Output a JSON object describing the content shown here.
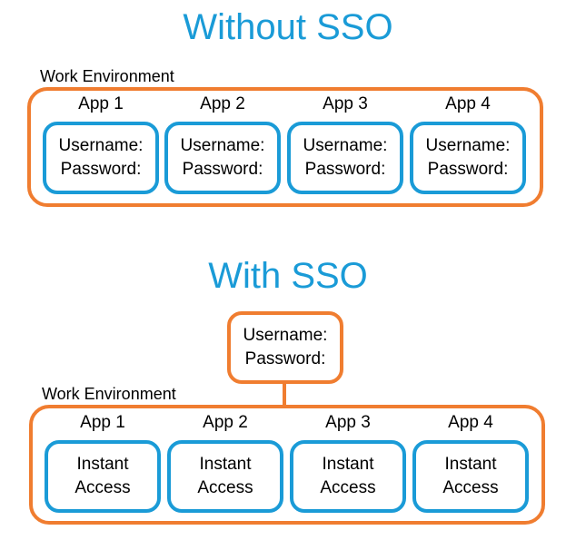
{
  "without_sso": {
    "title": "Without SSO",
    "environment_label": "Work Environment",
    "apps": [
      {
        "name": "App 1",
        "line1": "Username:",
        "line2": "Password:"
      },
      {
        "name": "App 2",
        "line1": "Username:",
        "line2": "Password:"
      },
      {
        "name": "App 3",
        "line1": "Username:",
        "line2": "Password:"
      },
      {
        "name": "App 4",
        "line1": "Username:",
        "line2": "Password:"
      }
    ]
  },
  "with_sso": {
    "title": "With SSO",
    "login": {
      "line1": "Username:",
      "line2": "Password:"
    },
    "environment_label": "Work Environment",
    "apps": [
      {
        "name": "App 1",
        "line1": "Instant",
        "line2": "Access"
      },
      {
        "name": "App 2",
        "line1": "Instant",
        "line2": "Access"
      },
      {
        "name": "App 3",
        "line1": "Instant",
        "line2": "Access"
      },
      {
        "name": "App 4",
        "line1": "Instant",
        "line2": "Access"
      }
    ]
  },
  "colors": {
    "title": "#1a9bd7",
    "environment_border": "#f07d30",
    "app_border": "#1a9bd7"
  }
}
